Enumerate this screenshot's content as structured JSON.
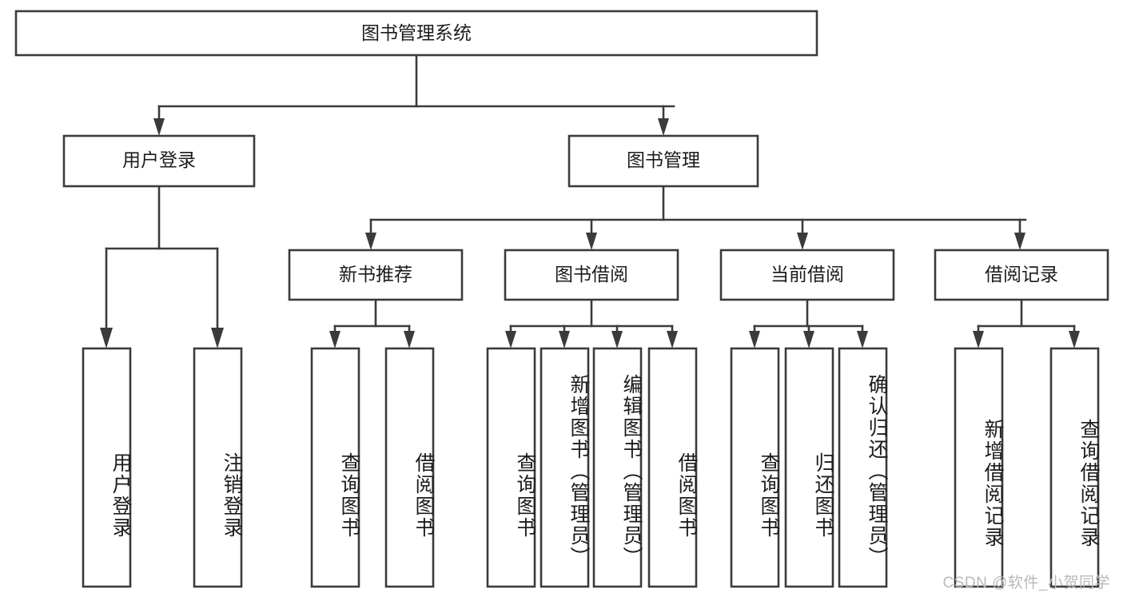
{
  "diagram": {
    "type": "tree-hierarchy-diagram",
    "title_node": {
      "label": "图书管理系统"
    },
    "level1": [
      {
        "id": "user-login",
        "label": "用户登录"
      },
      {
        "id": "book-management",
        "label": "图书管理"
      }
    ],
    "level2": [
      {
        "id": "new-book-recommend",
        "label": "新书推荐",
        "parent": "book-management"
      },
      {
        "id": "book-borrow",
        "label": "图书借阅",
        "parent": "book-management"
      },
      {
        "id": "current-borrow",
        "label": "当前借阅",
        "parent": "book-management"
      },
      {
        "id": "borrow-record",
        "label": "借阅记录",
        "parent": "book-management"
      }
    ],
    "leaves": [
      {
        "id": "leaf-user-login",
        "label": "用户登录",
        "parent": "user-login"
      },
      {
        "id": "leaf-logout-login",
        "label": "注销登录",
        "parent": "user-login"
      },
      {
        "id": "leaf-query-book-1",
        "label": "查询图书",
        "parent": "new-book-recommend"
      },
      {
        "id": "leaf-borrow-book-1",
        "label": "借阅图书",
        "parent": "new-book-recommend"
      },
      {
        "id": "leaf-query-book-2",
        "label": "查询图书",
        "parent": "book-borrow"
      },
      {
        "id": "leaf-add-book",
        "label": "新增图书（管理员）",
        "parent": "book-borrow"
      },
      {
        "id": "leaf-edit-book",
        "label": "编辑图书（管理员）",
        "parent": "book-borrow"
      },
      {
        "id": "leaf-borrow-book-2",
        "label": "借阅图书",
        "parent": "book-borrow"
      },
      {
        "id": "leaf-query-book-3",
        "label": "查询图书",
        "parent": "current-borrow"
      },
      {
        "id": "leaf-return-book",
        "label": "归还图书",
        "parent": "current-borrow"
      },
      {
        "id": "leaf-confirm-return",
        "label": "确认归还（管理员）",
        "parent": "current-borrow"
      },
      {
        "id": "leaf-add-record",
        "label": "新增借阅记录",
        "parent": "borrow-record"
      },
      {
        "id": "leaf-query-record",
        "label": "查询借阅记录",
        "parent": "borrow-record"
      }
    ],
    "colors": {
      "stroke": "#3b3b3b",
      "fill": "#ffffff",
      "text": "#1c1c1c",
      "watermark": "#b9b9b9"
    }
  },
  "watermark": {
    "text": "CSDN @软件_小贺同学"
  }
}
